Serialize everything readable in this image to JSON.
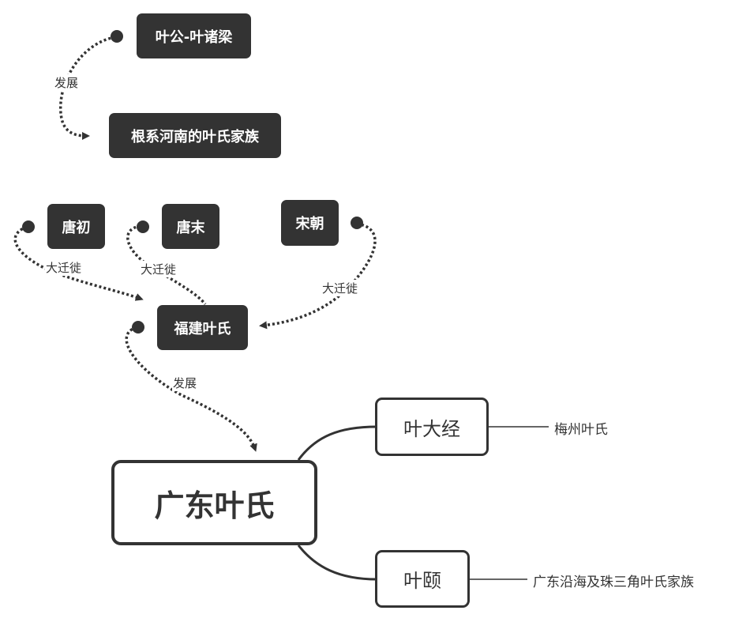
{
  "nodes": {
    "yegong": "叶公-叶诸梁",
    "henan": "根系河南的叶氏家族",
    "tangchu": "唐初",
    "tangmo": "唐末",
    "songchao": "宋朝",
    "fujian": "福建叶氏",
    "central": "广东叶氏",
    "yedajing": "叶大经",
    "yeyi": "叶颐"
  },
  "leaves": {
    "meizhou": "梅州叶氏",
    "coastal": "广东沿海及珠三角叶氏家族"
  },
  "edge_labels": {
    "yegong_henan": "发展",
    "tangchu_fujian": "大迁徙",
    "tangmo_fujian": "大迁徙",
    "songchao_fujian": "大迁徙",
    "fujian_central": "发展"
  }
}
